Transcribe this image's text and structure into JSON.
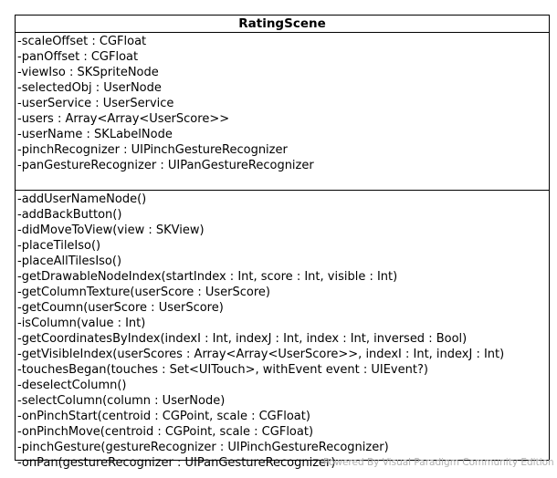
{
  "class": {
    "name": "RatingScene",
    "attributes": [
      "-scaleOffset : CGFloat",
      "-panOffset : CGFloat",
      "-viewIso : SKSpriteNode",
      "-selectedObj : UserNode",
      "-userService : UserService",
      "-users : Array<Array<UserScore>>",
      "-userName : SKLabelNode",
      "-pinchRecognizer : UIPinchGestureRecognizer",
      "-panGestureRecognizer : UIPanGestureRecognizer"
    ],
    "operations": [
      "-addUserNameNode()",
      "-addBackButton()",
      "-didMoveToView(view : SKView)",
      "-placeTileIso()",
      "-placeAllTilesIso()",
      "-getDrawableNodeIndex(startIndex : Int, score : Int, visible : Int)",
      "-getColumnTexture(userScore : UserScore)",
      "-getCoumn(userScore : UserScore)",
      "-isColumn(value : Int)",
      "-getCoordinatesByIndex(indexI : Int, indexJ : Int, index : Int, inversed : Bool)",
      "-getVisibleIndex(userScores : Array<Array<UserScore>>, indexI : Int, indexJ : Int)",
      "-touchesBegan(touches : Set<UITouch>, withEvent event : UIEvent?)",
      "-deselectColumn()",
      "-selectColumn(column : UserNode)",
      "-onPinchStart(centroid : CGPoint, scale : CGFloat)",
      "-onPinchMove(centroid : CGPoint, scale : CGFloat)",
      "-pinchGesture(gestureRecognizer : UIPinchGestureRecognizer)",
      "-onPan(gestureRecognizer : UIPanGestureRecognizer)"
    ]
  },
  "watermark": {
    "text": "Powered By Visual Paradigm Community Edition",
    "logo_icon": "visual-paradigm-logo-icon",
    "logo_color": "#cc2222"
  }
}
